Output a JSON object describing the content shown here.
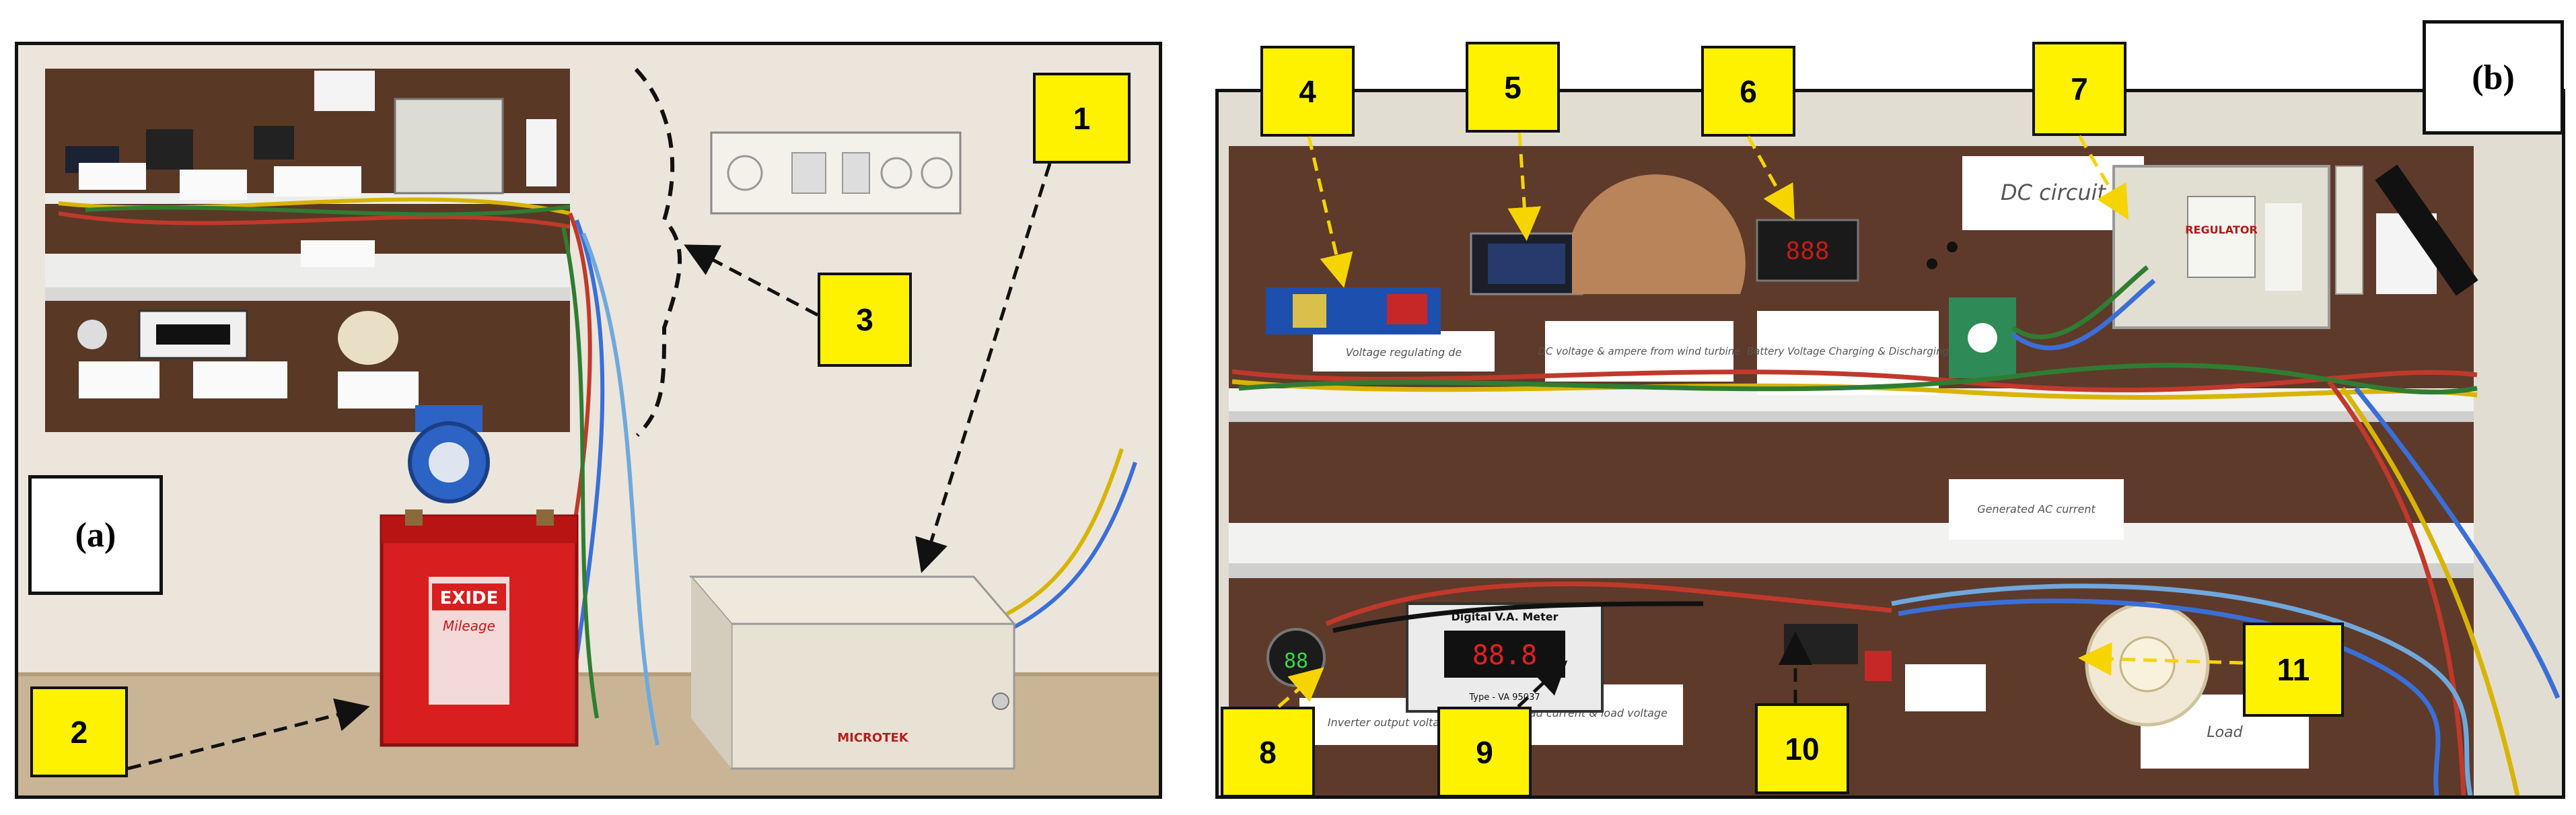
{
  "figure": {
    "panel_a": {
      "label": "(a)"
    },
    "panel_b": {
      "label": "(b)"
    },
    "callouts": [
      "1",
      "2",
      "3",
      "4",
      "5",
      "6",
      "7",
      "8",
      "9",
      "10",
      "11"
    ],
    "board_tags": {
      "dc_circuit": "DC circuit",
      "voltage_regulating": "Voltage regulating de",
      "dc_voltage_ampere": "DC voltage & ampere from wind turbine",
      "battery_voltage": "Battery Voltage Charging & Discharging",
      "generated_ac": "Generated AC current",
      "inverter_output": "Inverter output voltage",
      "load_current": "Load current & load voltage",
      "load": "Load"
    },
    "device_text": {
      "battery_brand": "EXIDE",
      "battery_model": "Mileage",
      "meter_title": "Digital V.A. Meter",
      "meter_type": "Type - VA 95037",
      "meter_display": "88.8",
      "small_display": "88",
      "dc_display": "888",
      "inverter_brand": "MICROTEK",
      "dimmer_label": "REGULATOR"
    },
    "colors": {
      "callout_fill": "#fff200",
      "wall": "#e9e4da",
      "board": "#5c3a2a",
      "battery": "#d81e1e"
    }
  }
}
